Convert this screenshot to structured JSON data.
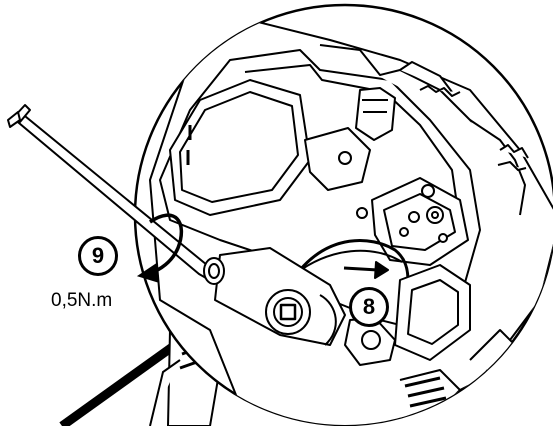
{
  "steps": [
    {
      "number": "9",
      "note": "0,5N.m"
    },
    {
      "number": "8"
    }
  ],
  "icons": [
    "hex-key-icon",
    "rotation-arrow-icon",
    "push-arrow-icon"
  ],
  "colors": {
    "line": "#000000",
    "background": "#ffffff"
  }
}
